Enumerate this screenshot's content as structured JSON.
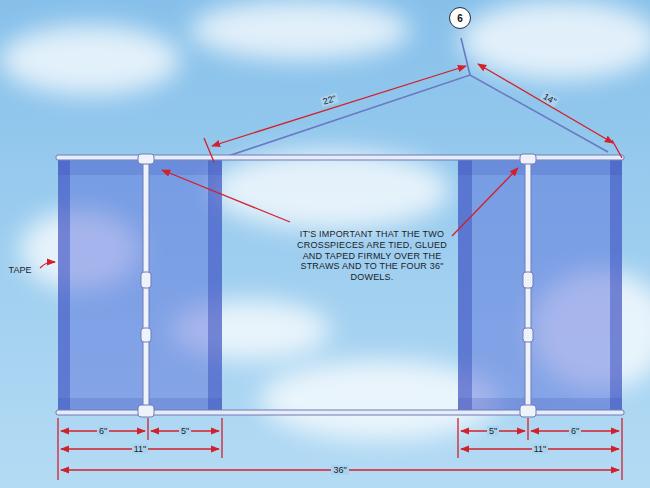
{
  "diagram": {
    "nodes": [
      {
        "text": [
          "6"
        ]
      }
    ],
    "labels": [
      "22\"",
      "14\"",
      "IT'S IMPORTANT THAT THE TWO CROSSPIECES ARE TIED, GLUED AND TAPED FIRMLY OVER THE STRAWS AND TO THE FOUR 36\" DOWELS.",
      "TAPE",
      "6\"",
      "5\"",
      "5\"",
      "6\"",
      "11\"",
      "11\"",
      "36\""
    ]
  }
}
